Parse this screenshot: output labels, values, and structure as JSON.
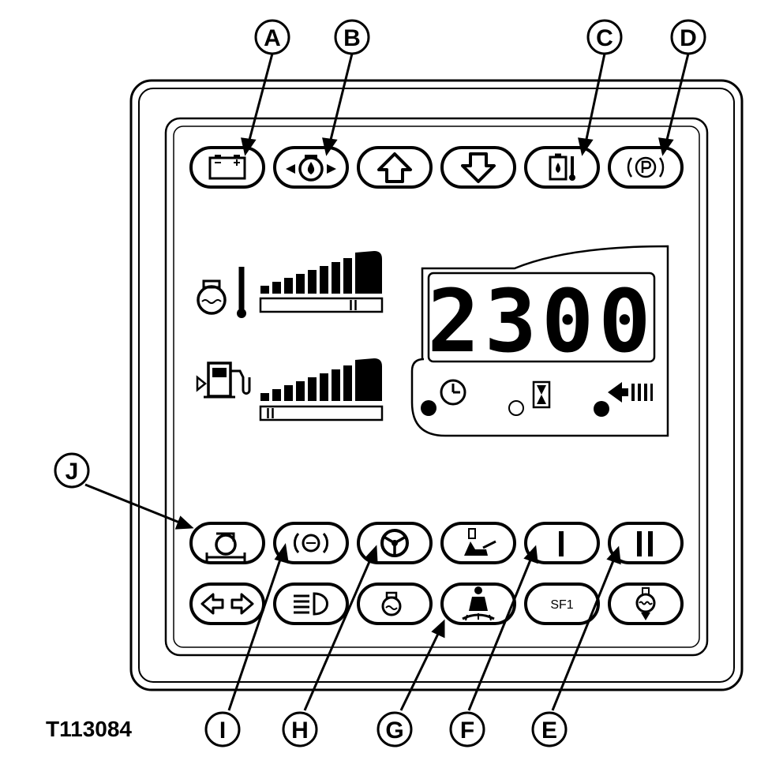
{
  "figure_id": "T113084",
  "callouts": {
    "A": "A",
    "B": "B",
    "C": "C",
    "D": "D",
    "E": "E",
    "F": "F",
    "G": "G",
    "H": "H",
    "I": "I",
    "J": "J"
  },
  "display": {
    "digits": "2300"
  },
  "gauges": {
    "coolant_temp": {
      "level": 0.75
    },
    "fuel": {
      "level": 0.05
    }
  },
  "buttons": {
    "sf1_label": "SF1"
  },
  "icons": {
    "top_row": [
      "battery-icon",
      "engine-oil-pressure-icon",
      "shift-up-arrow-icon",
      "shift-down-arrow-icon",
      "hydraulic-oil-temp-icon",
      "park-brake-icon"
    ],
    "bottom_row1": [
      "quick-coupler-icon",
      "brake-icon",
      "steering-wheel-icon",
      "seat-switch-icon",
      "function-one-icon",
      "function-two-icon"
    ],
    "bottom_row2": [
      "turn-signal-icon",
      "headlight-icon",
      "engine-coolant-icon",
      "operator-seatbelt-icon",
      "sf1-button",
      "engine-preheat-icon"
    ],
    "display": [
      "clock-icon",
      "hourglass-icon",
      "arrow-left-icon"
    ]
  },
  "colors": {
    "ink": "#000000",
    "paper": "#ffffff"
  }
}
